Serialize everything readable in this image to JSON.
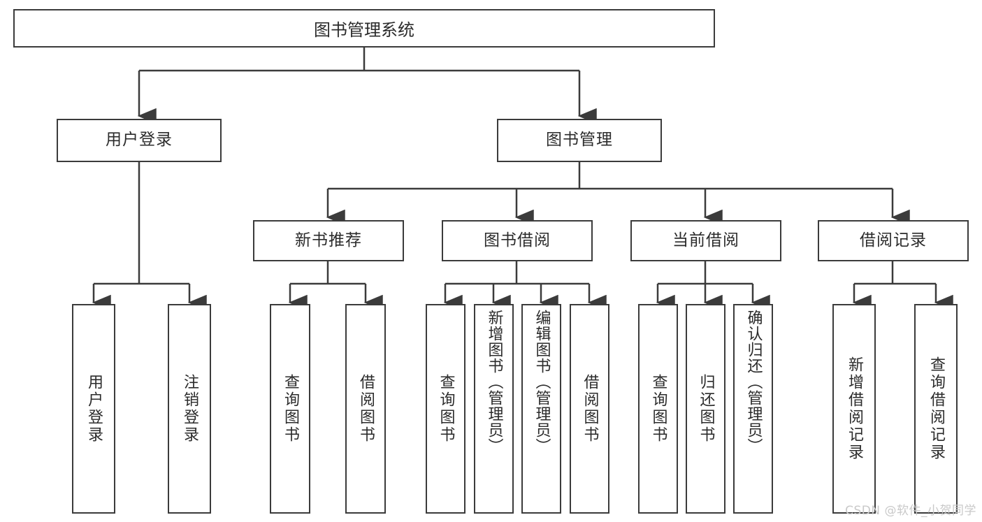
{
  "diagram": {
    "title": "图书管理系统",
    "root": {
      "label": "图书管理系统"
    },
    "level2": [
      {
        "label": "用户登录"
      },
      {
        "label": "图书管理"
      }
    ],
    "level3": [
      {
        "label": "新书推荐"
      },
      {
        "label": "图书借阅"
      },
      {
        "label": "当前借阅"
      },
      {
        "label": "借阅记录"
      }
    ],
    "leaves": [
      {
        "label": "用户登录",
        "parent": "用户登录"
      },
      {
        "label": "注销登录",
        "parent": "用户登录"
      },
      {
        "label": "查询图书",
        "parent": "新书推荐"
      },
      {
        "label": "借阅图书",
        "parent": "新书推荐"
      },
      {
        "label": "查询图书",
        "parent": "图书借阅"
      },
      {
        "label": "新增图书（管理员）",
        "parent": "图书借阅"
      },
      {
        "label": "编辑图书（管理员）",
        "parent": "图书借阅"
      },
      {
        "label": "借阅图书",
        "parent": "图书借阅"
      },
      {
        "label": "查询图书",
        "parent": "当前借阅"
      },
      {
        "label": "归还图书",
        "parent": "当前借阅"
      },
      {
        "label": "确认归还（管理员）",
        "parent": "当前借阅"
      },
      {
        "label": "新增借阅记录",
        "parent": "借阅记录"
      },
      {
        "label": "查询借阅记录",
        "parent": "借阅记录"
      }
    ]
  },
  "watermark": {
    "text": "CSDN @软件_小贺同学"
  },
  "colors": {
    "stroke": "#3b3b3b",
    "text": "#2b2b2b",
    "background": "#ffffff",
    "watermark": "#c9c9c9"
  }
}
